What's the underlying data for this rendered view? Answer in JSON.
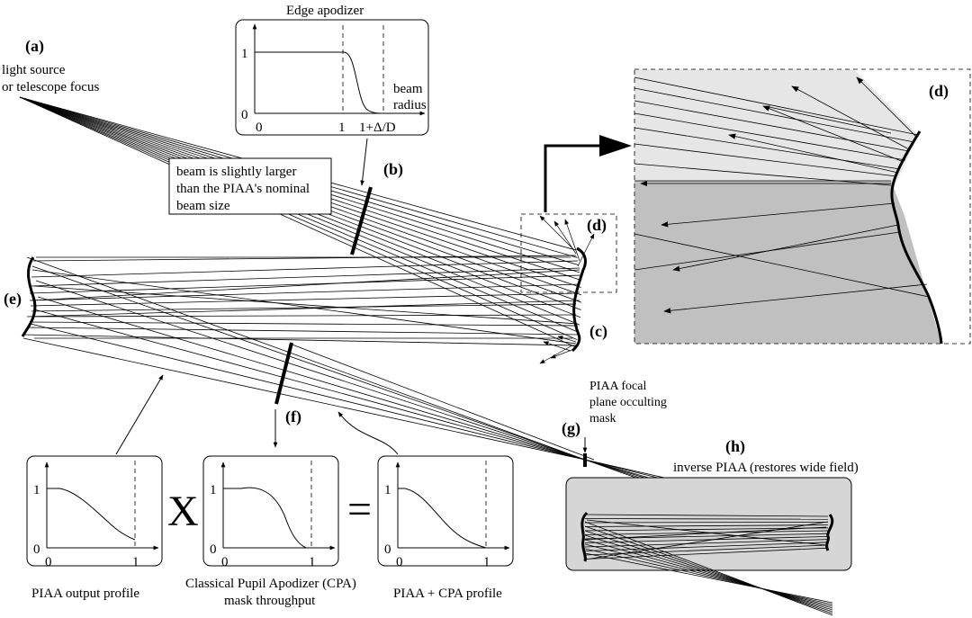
{
  "labels": {
    "a": "(a)",
    "b": "(b)",
    "c": "(c)",
    "d": "(d)",
    "e": "(e)",
    "f": "(f)",
    "g": "(g)",
    "h": "(h)"
  },
  "source": {
    "line1": "light source",
    "line2": "or telescope focus"
  },
  "beam_note": {
    "line1": "beam is slightly larger",
    "line2": "than the PIAA's nominal",
    "line3": "beam size"
  },
  "edge_apodizer": {
    "title": "Edge apodizer",
    "y_one": "1",
    "y_zero": "0",
    "x_zero": "0",
    "x_one": "1",
    "x_edge": "1+Δ/D",
    "xlabel_line1": "beam",
    "xlabel_line2": "radius"
  },
  "focal_mask": {
    "line1": "PIAA focal",
    "line2": "plane occulting",
    "line3": "mask"
  },
  "inverse_piaa": {
    "caption": "inverse PIAA (restores wide field)"
  },
  "operators": {
    "times": "X",
    "equals": "="
  },
  "profiles": [
    {
      "y_one": "1",
      "y_zero": "0",
      "x_zero": "0",
      "x_one": "1",
      "caption_line1": "PIAA output profile",
      "caption_line2": ""
    },
    {
      "y_one": "1",
      "y_zero": "0",
      "x_zero": "0",
      "x_one": "1",
      "caption_line1": "Classical Pupil Apodizer (CPA)",
      "caption_line2": "mask throughput"
    },
    {
      "y_one": "1",
      "y_zero": "0",
      "x_zero": "0",
      "x_one": "1",
      "caption_line1": "PIAA + CPA profile",
      "caption_line2": ""
    }
  ],
  "colors": {
    "ink": "#000000",
    "inset_light": "#e6e6e6",
    "inset_dark": "#c0c0c0",
    "inverse_box": "#d6d6d6"
  }
}
